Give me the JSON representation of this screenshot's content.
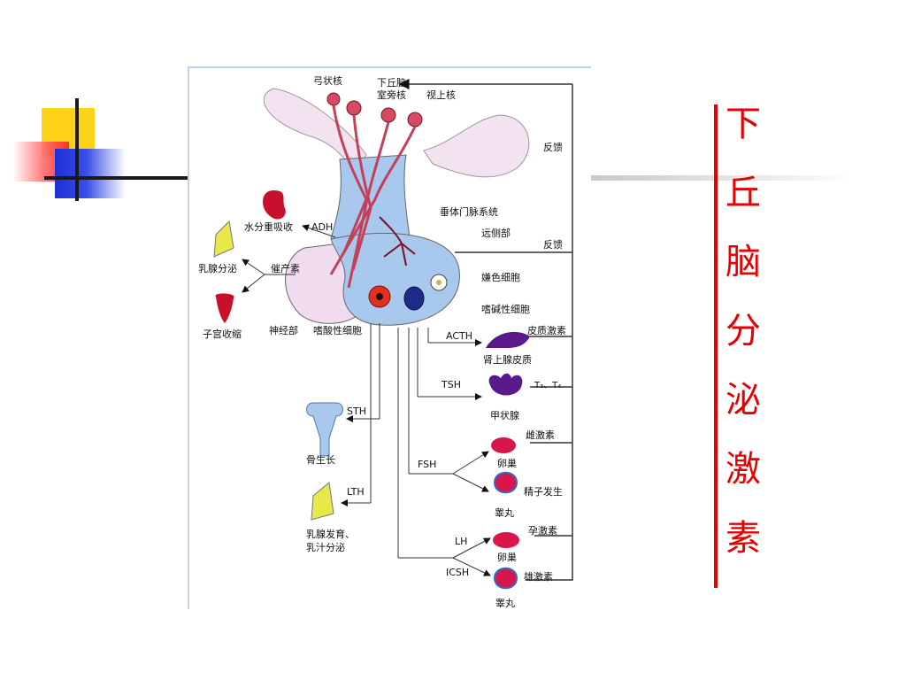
{
  "title": "下丘脑分泌激素",
  "colors": {
    "title": "#e60000",
    "pituitary": "#a9c8ee",
    "posterior_lobe": "#f1dcef",
    "neuron": "#c2405a",
    "gland": "#5a1a8c",
    "gonad": "#d9164b"
  },
  "labels": {
    "arcuate": "弓状核",
    "hypothalamus": "下丘脑",
    "paraventricular": "室旁核",
    "supraoptic": "视上核",
    "feedback_top": "反馈",
    "portal_system": "垂体门脉系统",
    "pars_distalis": "远侧部",
    "feedback_mid": "反馈",
    "water_reabsorb": "水分重吸收",
    "adh": "ADH",
    "milk_secretion": "乳腺分泌",
    "oxytocin": "催产素",
    "uterine": "子宫收缩",
    "neural_lobe": "神经部",
    "acidophil": "嗜酸性细胞",
    "chromophobe": "嫌色细胞",
    "basophil": "嗜碱性细胞",
    "acth": "ACTH",
    "cortex_hormone": "皮质激素",
    "adrenal_cortex": "肾上腺皮质",
    "tsh": "TSH",
    "t3t4": "T₃、T₄",
    "thyroid": "甲状腺",
    "sth": "STH",
    "bone_growth": "骨生长",
    "estrogen": "雌激素",
    "ovary1": "卵巢",
    "fsh": "FSH",
    "spermatogenesis": "精子发生",
    "testis1": "睾丸",
    "lth": "LTH",
    "breast_dev1": "乳腺发育、",
    "breast_dev2": "乳汁分泌",
    "progesterone": "孕激素",
    "lh": "LH",
    "ovary2": "卵巢",
    "icsh": "ICSH",
    "androgen": "雄激素",
    "testis2": "睾丸"
  }
}
